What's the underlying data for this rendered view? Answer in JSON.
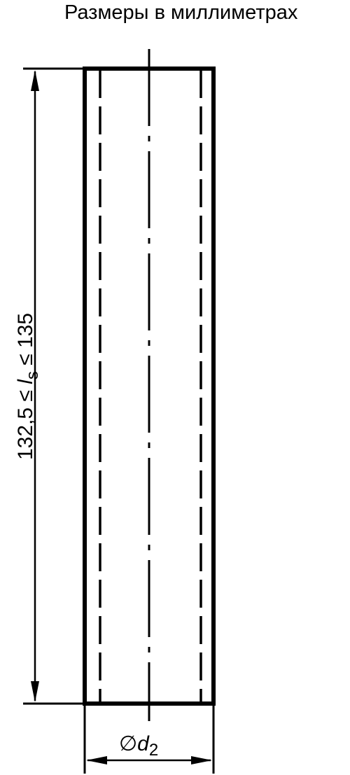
{
  "caption": "Размеры в миллиметрах",
  "length_dimension": {
    "prefix": "132,5 ≤ ",
    "symbol": "l",
    "subscript": "s",
    "suffix": " ≤ 135"
  },
  "diameter_dimension": {
    "symbol": "∅",
    "letter": "d",
    "subscript": "2"
  }
}
